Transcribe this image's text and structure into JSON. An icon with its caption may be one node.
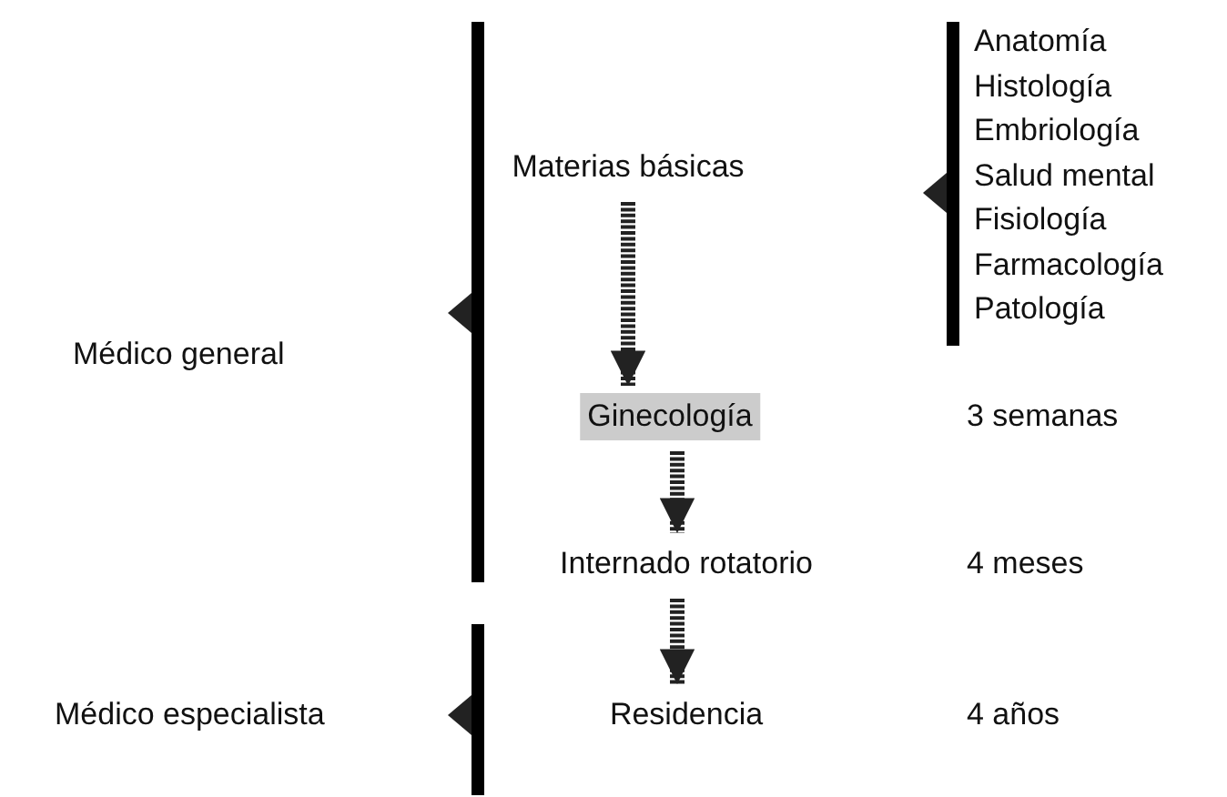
{
  "diagram": {
    "nodes": [
      {
        "text": [
          "Materias básicas"
        ]
      },
      {
        "text": [
          "Ginecología"
        ]
      },
      {
        "text": [
          "Internado rotatorio"
        ]
      },
      {
        "text": [
          "Residencia"
        ]
      }
    ],
    "edges": [
      {
        "from": 0,
        "to": 1,
        "arrow": "to"
      },
      {
        "from": 1,
        "to": 2,
        "arrow": "to"
      },
      {
        "from": 2,
        "to": 3,
        "arrow": "to"
      }
    ],
    "labels": [
      "Anatomía",
      "Histología",
      "Embriología",
      "Salud mental",
      "Fisiología",
      "Farmacología",
      "Patología",
      "Médico general",
      "3 semanas",
      "4 meses",
      "Médico especialista",
      "4 años"
    ]
  }
}
